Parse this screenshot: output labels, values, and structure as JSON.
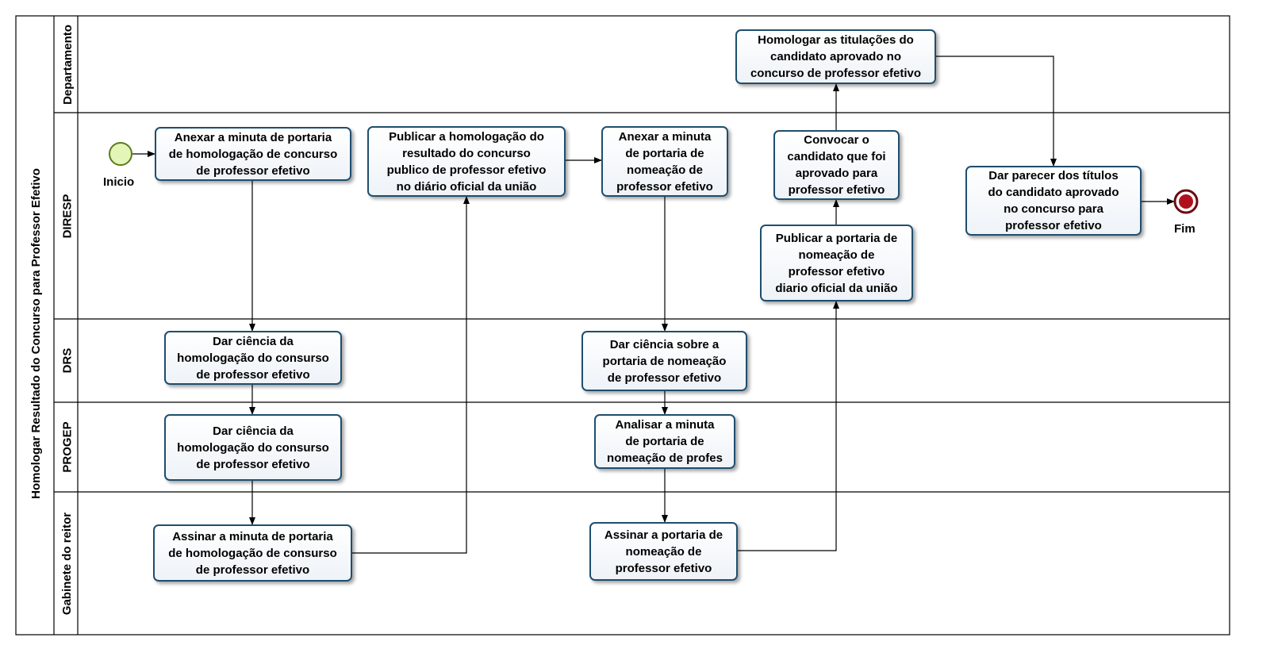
{
  "pool": {
    "title": "Homologar Resultado do Concurso para Professor Efetivo"
  },
  "lanes": {
    "departamento": "Departamento",
    "diresp": "DIRESP",
    "drs": "DRS",
    "progep": "PROGEP",
    "gabinete": "Gabinete do reitor"
  },
  "events": {
    "start": "Inicio",
    "end": "Fim"
  },
  "tasks": {
    "anexar_minuta_homologacao": "Anexar a minuta de portaria\nde homologação de concurso\nde professor efetivo",
    "drs_ciencia_homologacao": "Dar ciência da\nhomologação do consurso\nde professor efetivo",
    "progep_ciencia_homologacao": "Dar ciência da\nhomologação do consurso\nde professor efetivo",
    "assinar_minuta_homologacao": "Assinar a minuta de portaria\nde  homologação de consurso\nde professor efetivo",
    "publicar_homologacao": "Publicar a homologação do\nresultado do concurso\npublico de professor  efetivo\nno diário oficial da união",
    "anexar_minuta_nomeacao": "Anexar a minuta\nde portaria de\nnomeação  de\nprofessor efetivo",
    "drs_ciencia_nomeacao": "Dar ciência sobre a\nportaria de nomeação\nde professor efetivo",
    "analisar_minuta_nomeacao": "Analisar a minuta\nde portaria de\nnomeação  de profes",
    "assinar_portaria_nomeacao": "Assinar a portaria de\nnomeação  de\nprofessor efetivo",
    "publicar_portaria_nomeacao": "Publicar a portaria de\nnomeação de\nprofessor efetivo\ndiario oficial da união",
    "convocar_candidato": "Convocar o\ncandidato que foi\naprovado  para\nprofessor efetivo",
    "homologar_titulacoes": "Homologar as titulações do\ncandidato aprovado no\nconcurso de professor efetivo",
    "dar_parecer": "Dar parecer dos títulos\ndo candidato aprovado\nno  concurso para\nprofessor efetivo"
  },
  "colors": {
    "task_border": "#1f4e6e",
    "start_fill": "#e4f5b8",
    "start_stroke": "#5a7d1a",
    "end_fill": "#b0101d",
    "end_stroke": "#6b0a12",
    "line": "#000000"
  }
}
